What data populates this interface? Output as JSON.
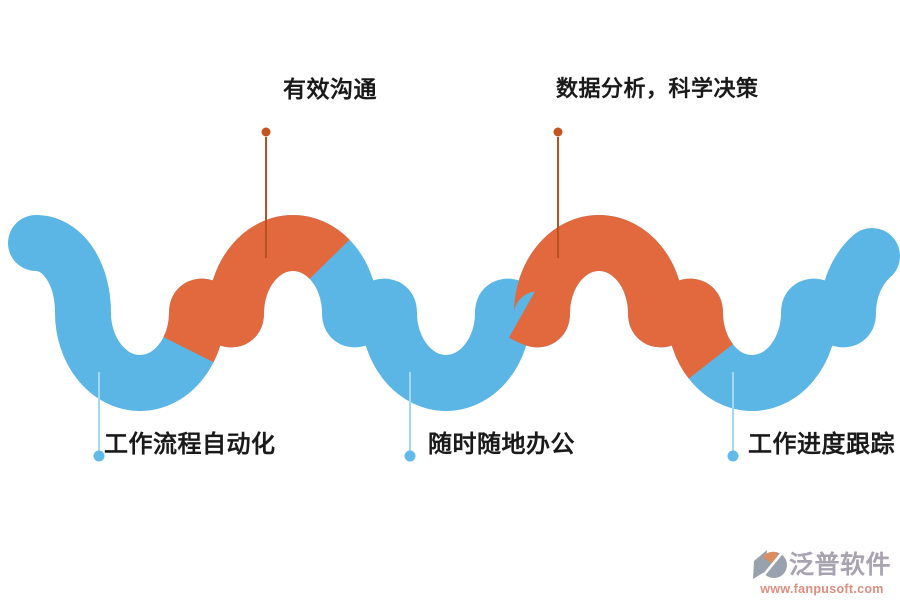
{
  "diagram": {
    "top_labels": [
      "有效沟通",
      "数据分析，科学决策"
    ],
    "bottom_labels": [
      "工作流程自动化",
      "随时随地办公",
      "工作进度跟踪"
    ]
  },
  "watermark": {
    "brand": "泛普软件",
    "url": "www.fanpusoft.com",
    "icon": "fanpu-logo-icon"
  },
  "colors": {
    "wave_blue": "#5BB6E6",
    "wave_orange": "#E2693D",
    "connector_rust": "#B9511F",
    "dot_rust": "#C3541F",
    "connector_lightblue": "#A4D7F2",
    "dot_blue": "#61BAE8",
    "text": "#1A1A1A",
    "logo_gray": "#99A0AE",
    "logo_orange": "#DA8D62",
    "watermark_text": "#A8A3B1",
    "watermark_url": "#DF8B7E"
  }
}
